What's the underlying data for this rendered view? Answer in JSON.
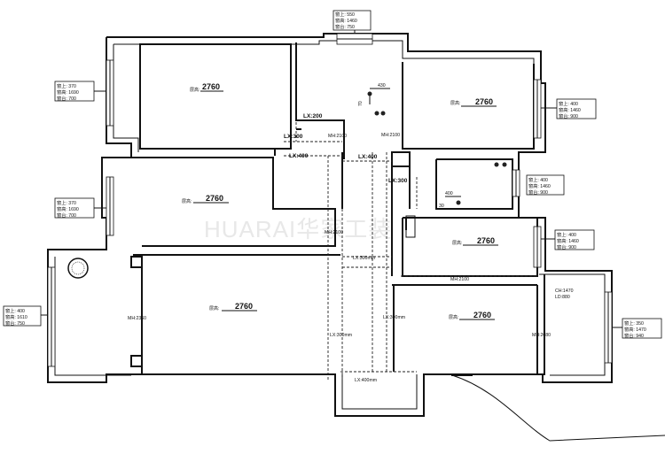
{
  "watermark": "HUARAI华家工装",
  "rooms": [
    {
      "id": "room-top-left",
      "height_label": "层高:",
      "height_value": "2760"
    },
    {
      "id": "room-top-right",
      "height_label": "层高:",
      "height_value": "2760"
    },
    {
      "id": "room-mid-left",
      "height_label": "层高:",
      "height_value": "2760"
    },
    {
      "id": "room-mid-right",
      "height_label": "层高:",
      "height_value": "2760"
    },
    {
      "id": "room-living",
      "height_label": "层高:",
      "height_value": "2760"
    },
    {
      "id": "room-bottom-right",
      "height_label": "层高:",
      "height_value": "2760"
    }
  ],
  "windows": [
    {
      "id": "win-top",
      "lines": [
        "窗上: 550",
        "窗高: 1460",
        "窗台: 750"
      ]
    },
    {
      "id": "win-left-1",
      "lines": [
        "窗上: 370",
        "窗高: 1690",
        "窗台: 700"
      ]
    },
    {
      "id": "win-right-1",
      "lines": [
        "窗上: 400",
        "窗高: 1460",
        "窗台: 900"
      ]
    },
    {
      "id": "win-right-2",
      "lines": [
        "窗上: 400",
        "窗高: 1460",
        "窗台: 900"
      ]
    },
    {
      "id": "win-left-2",
      "lines": [
        "窗上: 370",
        "窗高: 1690",
        "窗台: 700"
      ]
    },
    {
      "id": "win-right-3",
      "lines": [
        "窗上: 400",
        "窗高: 1460",
        "窗台: 900"
      ]
    },
    {
      "id": "win-left-3",
      "lines": [
        "窗上: 400",
        "窗高: 1610",
        "窗台: 750"
      ]
    },
    {
      "id": "win-right-4",
      "lines": [
        "窗上: 350",
        "窗高: 1470",
        "窗台: 940"
      ]
    }
  ],
  "beams": {
    "lx200": "LX:200",
    "lx300_a": "LX:300",
    "lx400_a": "LX:400",
    "lx400_b": "LX:400",
    "lx300_b": "LX:300",
    "lx300mm_a": "LX:300mm",
    "lx300mm_b": "LX:300mm",
    "lx300mm_c": "LX:300mm",
    "lx400mm": "LX:400mm"
  },
  "door_heights": {
    "mh_a": "MH:2100",
    "mh_b": "MH:2100",
    "mh_c": "MH:2100",
    "mh_d": "MH:2100",
    "mh_e": "MH:2360",
    "mh_f": "MH:2080"
  },
  "openings": {
    "ch": "CH:1470",
    "ld": "LD:880"
  },
  "dims": {
    "d430": "430",
    "d70": "70",
    "d400": "400",
    "d30": "30"
  }
}
